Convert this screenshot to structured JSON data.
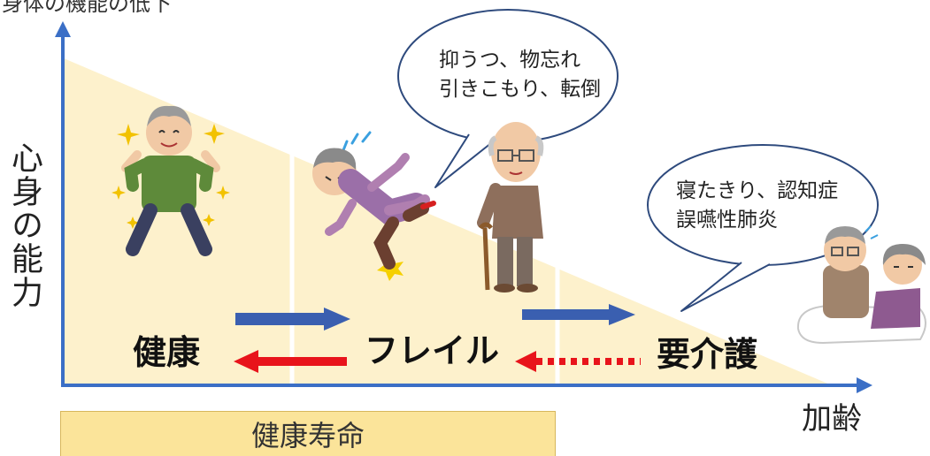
{
  "top_partial_text": "身体の機能の低下",
  "y_axis_label": "心身の能力",
  "x_axis_label": "加齢",
  "stages": {
    "healthy": "健康",
    "frailty": "フレイル",
    "care_needed": "要介護"
  },
  "bubbles": {
    "frailty_symptoms": [
      "抑うつ、物忘れ",
      "引きこもり、転倒"
    ],
    "care_symptoms": [
      "寝たきり、認知症",
      "誤嚥性肺炎"
    ]
  },
  "healthy_lifespan_label": "健康寿命",
  "illustrations": [
    "happy-elderly-man",
    "falling-elderly-woman",
    "elderly-man-with-cane",
    "bedridden-elderly-couple"
  ],
  "colors": {
    "region_fill": "#fdf1cc",
    "axis": "#3b6fc6",
    "forward_arrow": "#3a5fb0",
    "backward_arrow": "#e8141b",
    "lifespan_box": "#fbe49a"
  }
}
